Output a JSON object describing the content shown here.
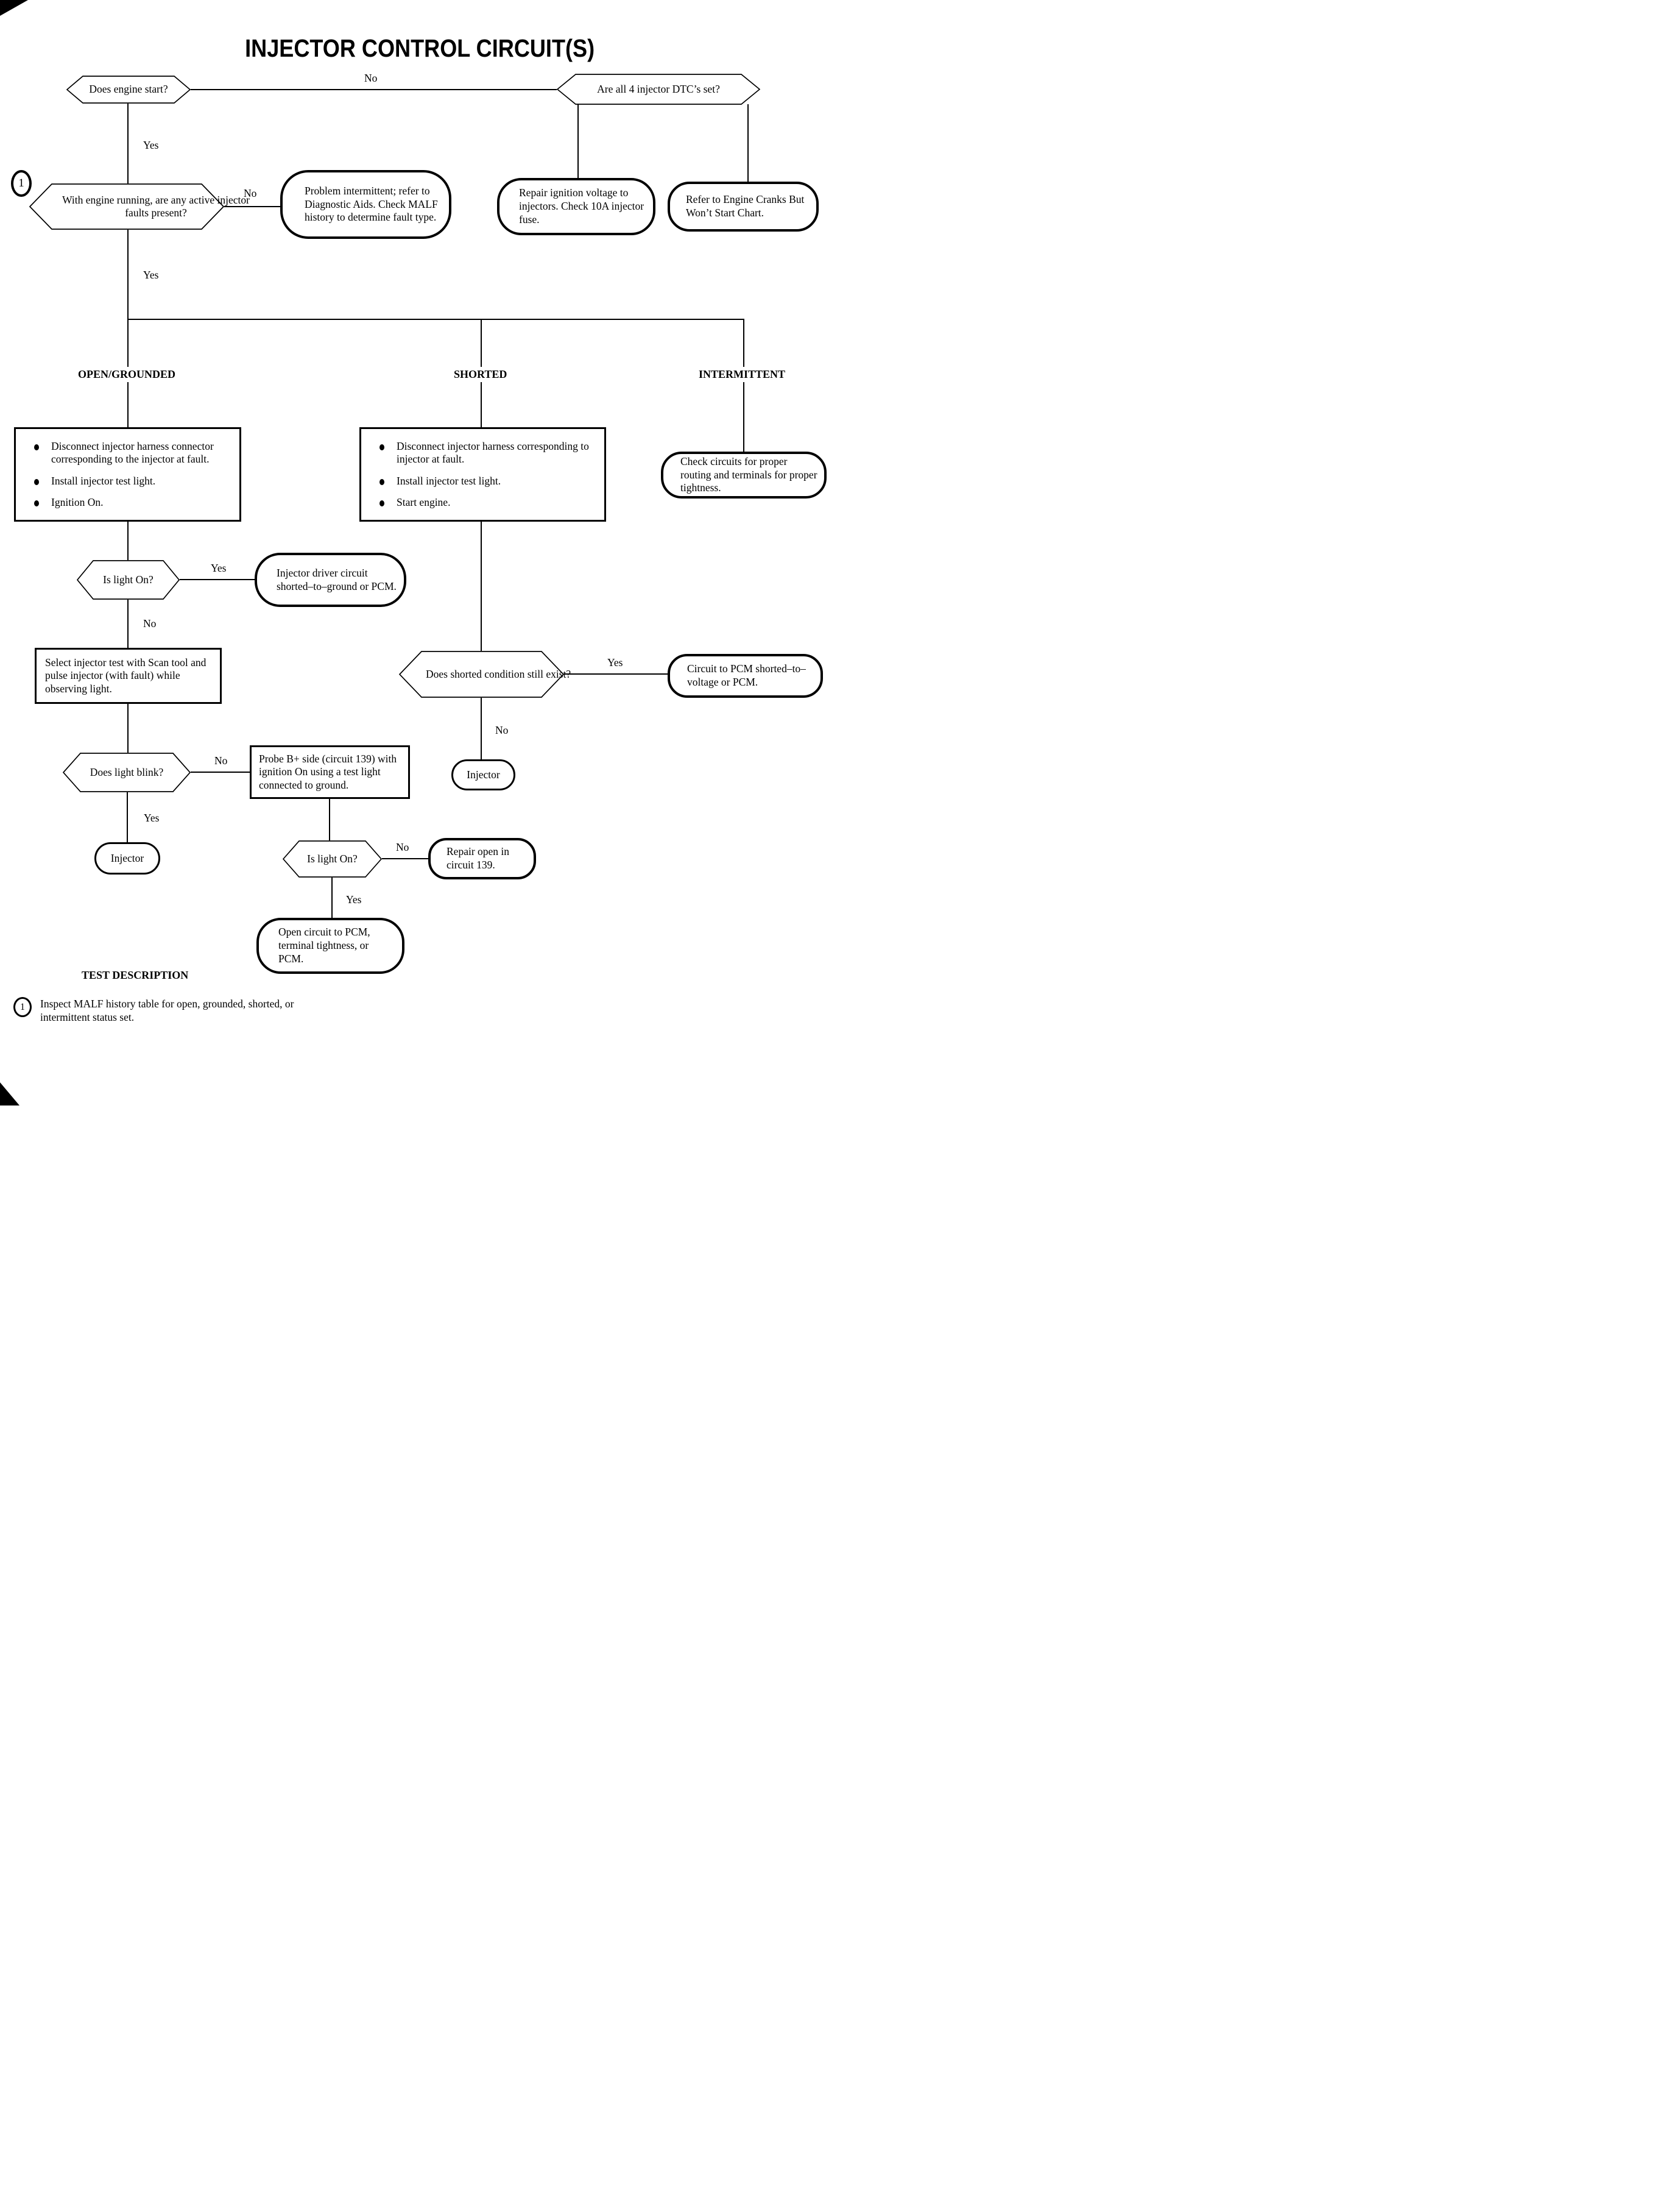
{
  "title": "INJECTOR CONTROL CIRCUIT(S)",
  "labels": {
    "yes": "Yes",
    "no": "No"
  },
  "branch_headers": {
    "open_grounded": "OPEN/GROUNDED",
    "shorted": "SHORTED",
    "intermittent": "INTERMITTENT"
  },
  "nodes": {
    "engine_start": "Does engine start?",
    "all_dtcs_set": "Are all 4 injector DTC’s set?",
    "active_faults": "With engine running, are any active injector faults present?",
    "problem_intermittent": "Problem intermittent; refer to Diagnostic Aids. Check MALF history to determine fault type.",
    "repair_ignition": "Repair ignition voltage to injectors. Check 10A injector fuse.",
    "engine_cranks": "Refer to Engine Cranks But Won’t Start Chart.",
    "open_steps": [
      "Disconnect injector harness connector corresponding to the injector at fault.",
      "Install injector test light.",
      "Ignition On."
    ],
    "shorted_steps": [
      "Disconnect injector harness corresponding to injector at fault.",
      "Install injector test light.",
      "Start engine."
    ],
    "check_circuits": "Check circuits for proper routing and terminals for proper tightness.",
    "is_light_on_1": "Is light On?",
    "driver_shorted": "Injector driver circuit shorted–to–ground or PCM.",
    "select_injector_test": "Select injector test with Scan tool and pulse injector (with fault) while observing light.",
    "shorted_still_exist": "Does shorted condition still exist?",
    "circuit_shorted_voltage": "Circuit to PCM shorted–to–voltage or PCM.",
    "injector_shorted": "Injector",
    "does_light_blink": "Does light blink?",
    "probe_b_plus": "Probe B+ side (circuit 139) with ignition On using a test light connected to ground.",
    "injector_open": "Injector",
    "is_light_on_2": "Is light On?",
    "repair_open_139": "Repair open in circuit 139.",
    "open_circuit_pcm": "Open circuit to PCM, terminal tightness, or PCM."
  },
  "callout_marker": "1",
  "test_description": {
    "heading": "TEST DESCRIPTION",
    "marker": "1",
    "text": "Inspect MALF history table for open, grounded, shorted, or intermittent status set."
  }
}
